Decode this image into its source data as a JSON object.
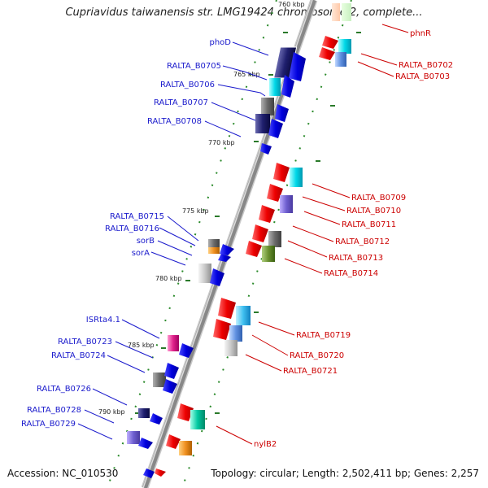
{
  "title": "Cupriavidus taiwanensis str. LMG19424 chromosome 2, complete...",
  "footer": {
    "accession": "Accession: NC_010530",
    "topology": "Topology: circular; Length: 2,502,411 bp; Genes: 2,257"
  },
  "colors": {
    "backbone": "#888888",
    "left_label": "#1a1acc",
    "right_label": "#cc0000",
    "tick": "#2a7a2a"
  },
  "scale_ticks": [
    {
      "label": "760 kbp"
    },
    {
      "label": "765 kbp"
    },
    {
      "label": "770 kbp"
    },
    {
      "label": "775 kbp"
    },
    {
      "label": "780 kbp"
    },
    {
      "label": "785 kbp"
    },
    {
      "label": "790 kbp"
    }
  ],
  "left_labels": [
    {
      "id": "phoD",
      "text": "phoD"
    },
    {
      "id": "b0705",
      "text": "RALTA_B0705"
    },
    {
      "id": "b0706",
      "text": "RALTA_B0706"
    },
    {
      "id": "b0707",
      "text": "RALTA_B0707"
    },
    {
      "id": "b0708",
      "text": "RALTA_B0708"
    },
    {
      "id": "b0715",
      "text": "RALTA_B0715"
    },
    {
      "id": "b0716",
      "text": "RALTA_B0716"
    },
    {
      "id": "sorB",
      "text": "sorB"
    },
    {
      "id": "sorA",
      "text": "sorA"
    },
    {
      "id": "isrta41",
      "text": "ISRta4.1"
    },
    {
      "id": "b0723",
      "text": "RALTA_B0723"
    },
    {
      "id": "b0724",
      "text": "RALTA_B0724"
    },
    {
      "id": "b0726",
      "text": "RALTA_B0726"
    },
    {
      "id": "b0728",
      "text": "RALTA_B0728"
    },
    {
      "id": "b0729",
      "text": "RALTA_B0729"
    }
  ],
  "right_labels": [
    {
      "id": "phnR",
      "text": "phnR"
    },
    {
      "id": "b0702",
      "text": "RALTA_B0702"
    },
    {
      "id": "b0703",
      "text": "RALTA_B0703"
    },
    {
      "id": "b0709",
      "text": "RALTA_B0709"
    },
    {
      "id": "b0710",
      "text": "RALTA_B0710"
    },
    {
      "id": "b0711",
      "text": "RALTA_B0711"
    },
    {
      "id": "b0712",
      "text": "RALTA_B0712"
    },
    {
      "id": "b0713",
      "text": "RALTA_B0713"
    },
    {
      "id": "b0714",
      "text": "RALTA_B0714"
    },
    {
      "id": "b0719",
      "text": "RALTA_B0719"
    },
    {
      "id": "b0720",
      "text": "RALTA_B0720"
    },
    {
      "id": "b0721",
      "text": "RALTA_B0721"
    },
    {
      "id": "nylB2",
      "text": "nylB2"
    }
  ]
}
